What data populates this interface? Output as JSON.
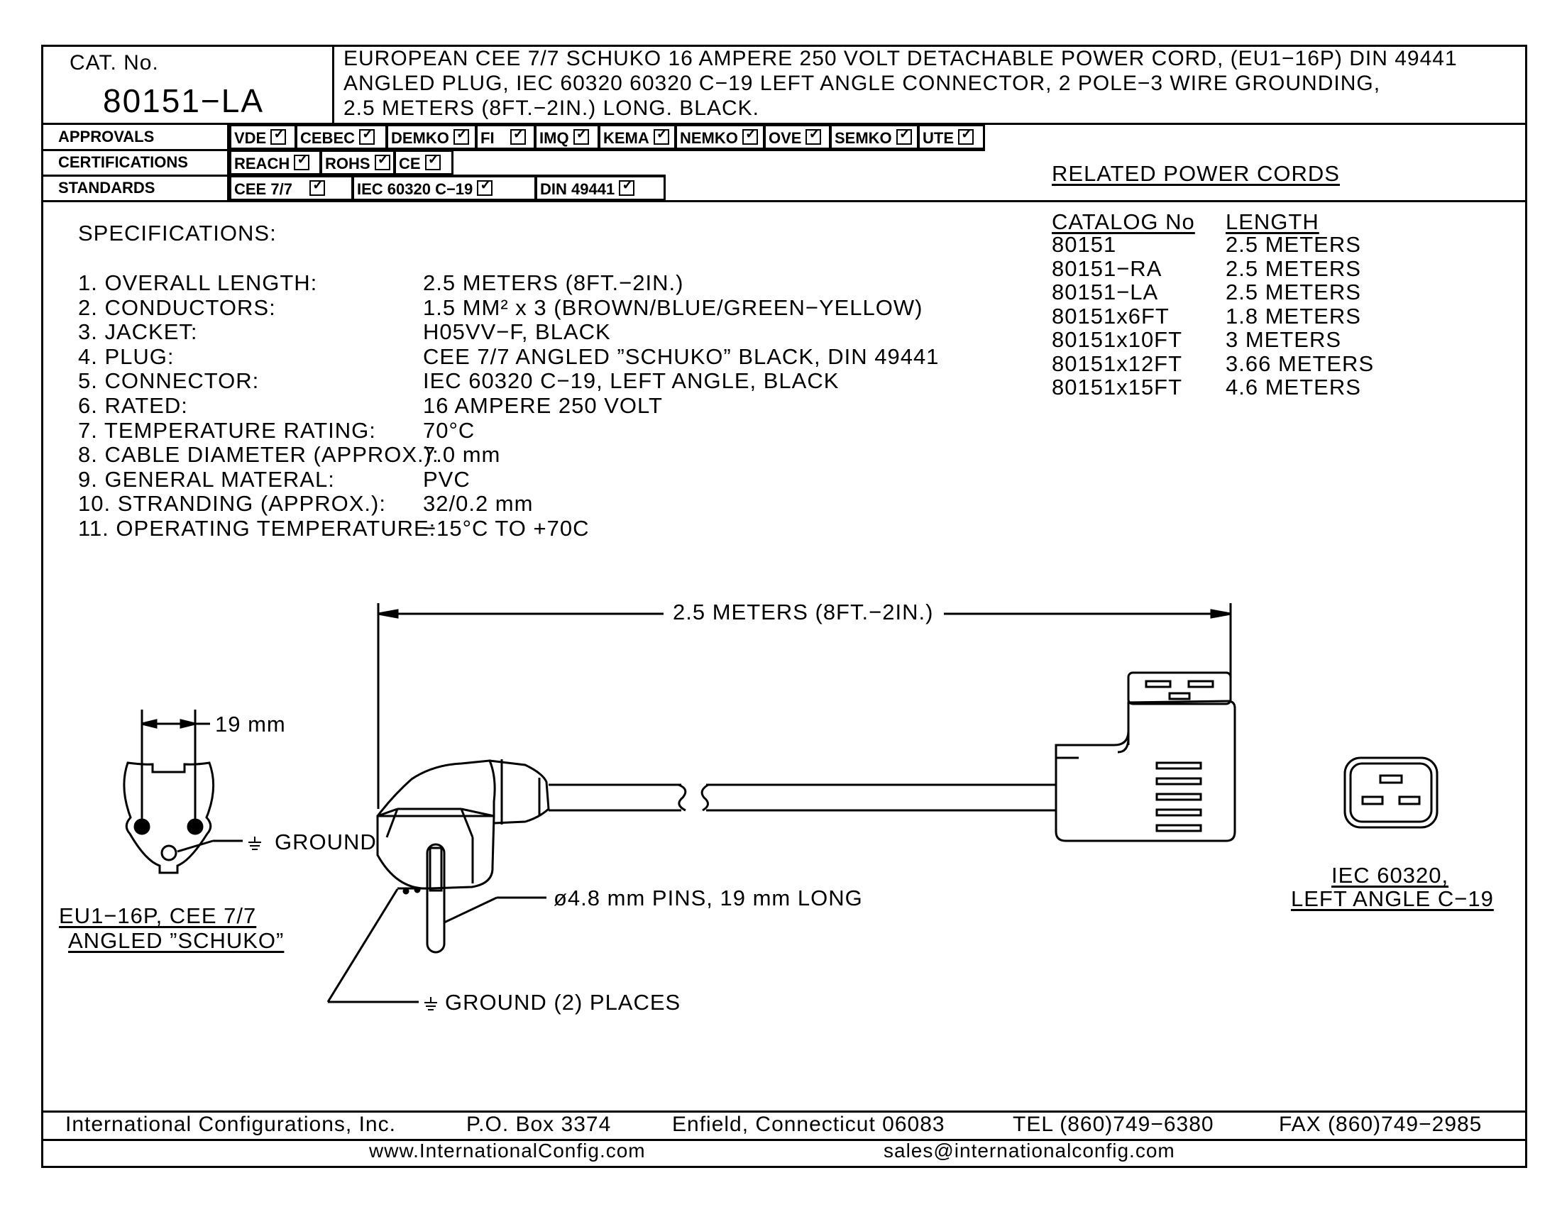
{
  "header": {
    "cat_label": "CAT. No.",
    "cat_number": "80151−LA",
    "description_lines": [
      "EUROPEAN CEE 7/7 SCHUKO 16 AMPERE 250 VOLT DETACHABLE POWER CORD, (EU1−16P) DIN 49441",
      "ANGLED PLUG, IEC 60320 60320 C−19 LEFT ANGLE CONNECTOR, 2 POLE−3 WIRE GROUNDING,",
      "2.5 METERS (8FT.−2IN.) LONG. BLACK."
    ]
  },
  "approvals": {
    "label": "APPROVALS",
    "items": [
      "VDE",
      "CEBEC",
      "DEMKO",
      "FI",
      "IMQ",
      "KEMA",
      "NEMKO",
      "OVE",
      "SEMKO",
      "UTE"
    ]
  },
  "certifications": {
    "label": "CERTIFICATIONS",
    "items": [
      "REACH",
      "ROHS",
      "CE"
    ]
  },
  "standards": {
    "label": "STANDARDS",
    "items": [
      "CEE 7/7",
      "IEC 60320 C−19",
      "DIN 49441"
    ]
  },
  "specifications": {
    "title": "SPECIFICATIONS:",
    "rows": [
      {
        "label": "1. OVERALL LENGTH:",
        "value": "2.5 METERS (8FT.−2IN.)"
      },
      {
        "label": "2. CONDUCTORS:",
        "value": "1.5 MM² x 3 (BROWN/BLUE/GREEN−YELLOW)"
      },
      {
        "label": "3. JACKET:",
        "value": "H05VV−F, BLACK"
      },
      {
        "label": "4. PLUG:",
        "value": "CEE 7/7 ANGLED ”SCHUKO” BLACK, DIN 49441"
      },
      {
        "label": "5. CONNECTOR:",
        "value": "IEC 60320 C−19, LEFT ANGLE, BLACK"
      },
      {
        "label": "6. RATED:",
        "value": "16 AMPERE 250 VOLT"
      },
      {
        "label": "7. TEMPERATURE RATING:",
        "value": "70°C"
      },
      {
        "label": "8. CABLE DIAMETER (APPROX.):",
        "value": "7.0 mm"
      },
      {
        "label": "9. GENERAL MATERAL:",
        "value": "PVC"
      },
      {
        "label": "10. STRANDING (APPROX.):",
        "value": "32/0.2 mm"
      },
      {
        "label": "11. OPERATING TEMPERATURE:",
        "value": "−15°C TO +70C"
      }
    ]
  },
  "related": {
    "title": "RELATED POWER CORDS",
    "col_catalog": "CATALOG No",
    "col_length": "LENGTH",
    "rows": [
      {
        "catalog": "80151",
        "length": "2.5 METERS"
      },
      {
        "catalog": "80151−RA",
        "length": "2.5 METERS"
      },
      {
        "catalog": "80151−LA",
        "length": "2.5 METERS"
      },
      {
        "catalog": "80151x6FT",
        "length": "1.8 METERS"
      },
      {
        "catalog": "80151x10FT",
        "length": "3 METERS"
      },
      {
        "catalog": "80151x12FT",
        "length": "3.66 METERS"
      },
      {
        "catalog": "80151x15FT",
        "length": "4.6 METERS"
      }
    ]
  },
  "drawing": {
    "length_dim": "2.5 METERS (8FT.−2IN.)",
    "pin_spacing": "19 mm",
    "ground_label": "GROUND",
    "pins_label": "ø4.8 mm PINS, 19 mm LONG",
    "ground_places_label": "GROUND (2) PLACES",
    "plug_caption_1": "EU1−16P, CEE 7/7",
    "plug_caption_2": "ANGLED ”SCHUKO”",
    "connector_caption_1": "IEC 60320,",
    "connector_caption_2": "LEFT ANGLE C−19"
  },
  "footer": {
    "company": "International Configurations, Inc.",
    "po_box": "P.O. Box 3374",
    "city": "Enfield, Connecticut 06083",
    "tel": "TEL (860)749−6380",
    "fax": "FAX (860)749−2985",
    "website": "www.InternationalConfig.com",
    "email": "sales@internationalconfig.com"
  }
}
